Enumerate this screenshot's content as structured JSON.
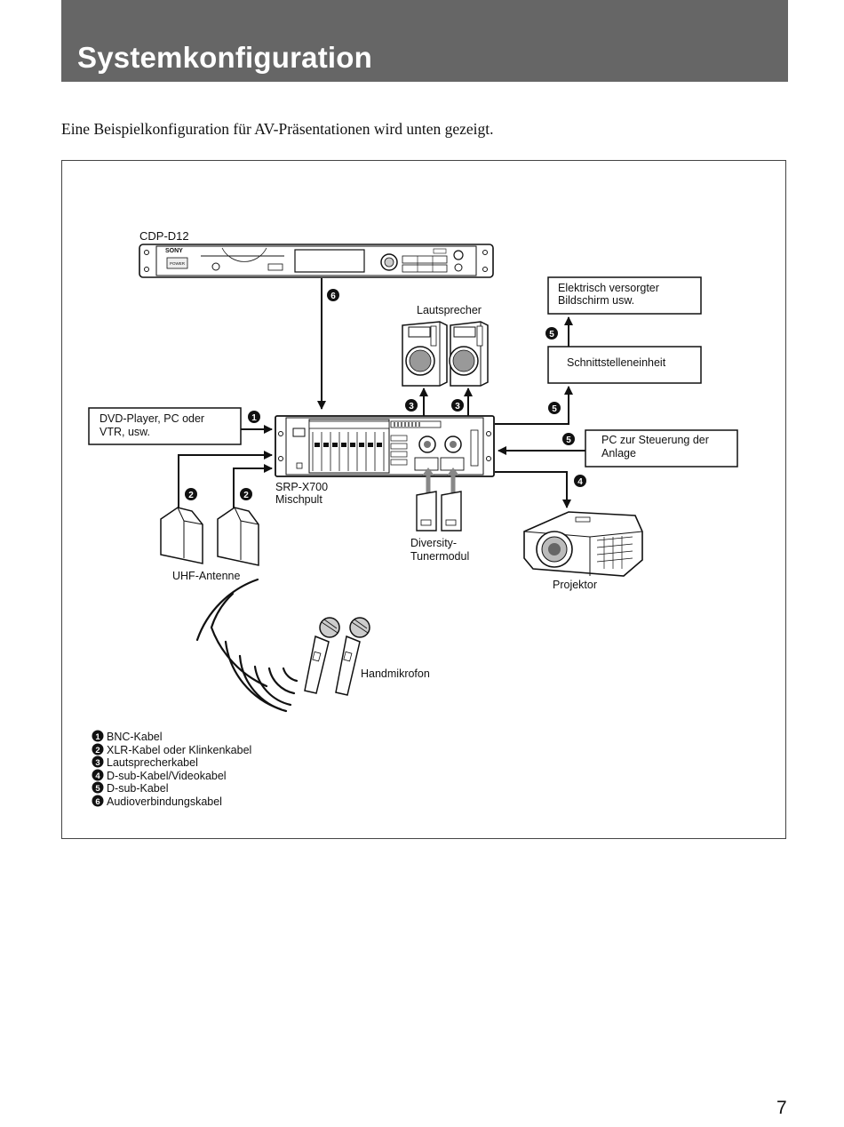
{
  "header": {
    "title": "Systemkonfiguration"
  },
  "intro": "Eine Beispielkonfiguration für AV-Präsentationen wird unten gezeigt.",
  "labels": {
    "cdp": "CDP-D12",
    "sony": "SONY",
    "power": "POWER",
    "lautsprecher": "Lautsprecher",
    "monitor_line1": "Elektrisch versorgter",
    "monitor_line2": "Bildschirm usw.",
    "interface": "Schnittstelleneinheit",
    "dvd_line1": "DVD-Player, PC oder",
    "dvd_line2": "VTR, usw.",
    "pc_line1": "PC zur Steuerung der",
    "pc_line2": "Anlage",
    "mixer_line1": "SRP-X700",
    "mixer_line2": "Mischpult",
    "tuner_line1": "Diversity-",
    "tuner_line2": "Tunermodul",
    "antenna": "UHF-Antenne",
    "projector": "Projektor",
    "mic": "Handmikrofon"
  },
  "markers": {
    "m1": "1",
    "m2": "2",
    "m3": "3",
    "m4": "4",
    "m5": "5",
    "m6": "6"
  },
  "legend": [
    {
      "num": "1",
      "text": "BNC-Kabel"
    },
    {
      "num": "2",
      "text": "XLR-Kabel oder Klinkenkabel"
    },
    {
      "num": "3",
      "text": "Lautsprecherkabel"
    },
    {
      "num": "4",
      "text": "D-sub-Kabel/Videokabel"
    },
    {
      "num": "5",
      "text": "D-sub-Kabel"
    },
    {
      "num": "6",
      "text": "Audioverbindungskabel"
    }
  ],
  "page_number": "7"
}
